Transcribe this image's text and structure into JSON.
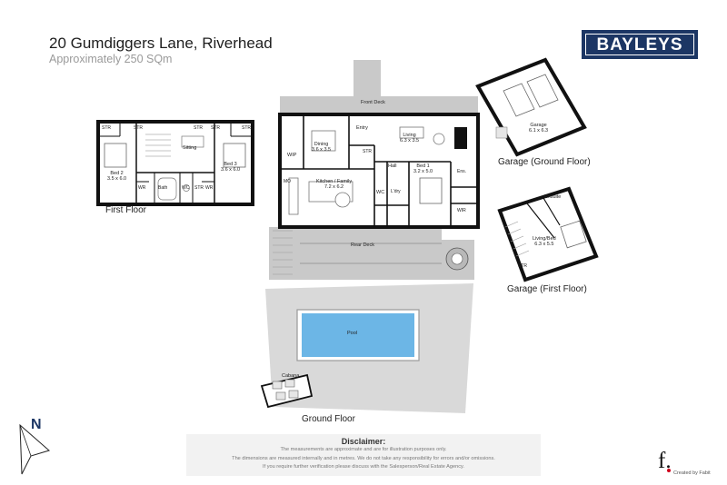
{
  "header": {
    "title": "20 Gumdiggers Lane, Riverhead",
    "subtitle": "Approximately 250 SQm",
    "logo_text": "BAYLEYS",
    "logo_color": "#1c3664"
  },
  "floors": {
    "first_floor": "First Floor",
    "ground_floor": "Ground Floor",
    "garage_ground": "Garage (Ground Floor)",
    "garage_first": "Garage (First Floor)"
  },
  "rooms": {
    "bed2_name": "Bed 2",
    "bed2_size": "3.5 x 6.0",
    "bed3_name": "Bed 3",
    "bed3_size": "3.6 x 6.0",
    "sitting": "Sitting",
    "bath": "Bath",
    "wc": "WC",
    "wr": "WR",
    "str": "STR",
    "front_deck": "Front Deck",
    "dining_name": "Dining",
    "dining_size": "3.6 x 3.5",
    "entry": "Entry",
    "living_name": "Living",
    "living_size": "6.3 x 3.5",
    "wip": "WIP",
    "mo": "MO",
    "hall": "Hall",
    "bed1_name": "Bed 1",
    "bed1_size": "3.2 x 5.0",
    "ens": "Ens.",
    "kitchen_name": "Kitchen / Family",
    "kitchen_size": "7.2 x 6.2",
    "ldry": "L'dry",
    "wir": "WIR",
    "rear_deck": "Rear Deck",
    "pool": "Pool",
    "cabana": "Cabana",
    "garage_name": "Garage",
    "garage_size": "6.1 x 6.3",
    "ensuite": "Ensuite",
    "livingbed_name": "Living/Bed",
    "livingbed_size": "6.3 x 5.5"
  },
  "compass": {
    "letter": "N",
    "icon": "north-arrow-icon"
  },
  "disclaimer": {
    "title": "Disclaimer:",
    "lines": [
      "The measurements are approximate and are for illustration purposes only.",
      "The dimensions are measured internally and in metres. We do not take any responsibility for errors and/or omissions.",
      "If you require further verification please discuss with the Salesperson/Real Estate Agency."
    ]
  },
  "credit": {
    "mark": "f.",
    "text": "Created by Fabit",
    "accent": "#d0021b"
  },
  "colors": {
    "pool": "#6cb6e6",
    "deck": "#c9c9c9",
    "yard": "#d9d9d9",
    "wall": "#111111"
  }
}
